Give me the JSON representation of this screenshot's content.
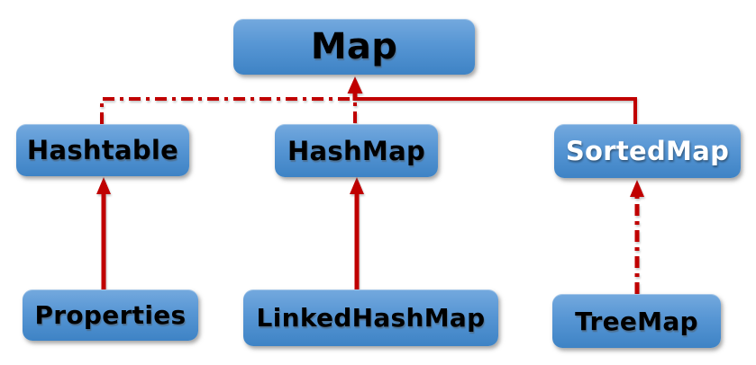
{
  "diagram": {
    "kind": "class-hierarchy",
    "background": "#FFFFFF",
    "colors": {
      "connector_red": "#C00000",
      "box_gradient_top": "#74A9DE",
      "box_gradient_bottom": "#3E83C5",
      "box_text_dark": "#000000",
      "box_text_light": "#FFFFFF"
    },
    "nodes": {
      "map": {
        "label": "Map",
        "text_color": "#000000"
      },
      "hashtable": {
        "label": "Hashtable",
        "text_color": "#000000"
      },
      "hashmap": {
        "label": "HashMap",
        "text_color": "#000000"
      },
      "sortedmap": {
        "label": "SortedMap",
        "text_color": "#FFFFFF"
      },
      "properties": {
        "label": "Properties",
        "text_color": "#000000"
      },
      "linkedhashmap": {
        "label": "LinkedHashMap",
        "text_color": "#000000"
      },
      "treemap": {
        "label": "TreeMap",
        "text_color": "#000000"
      }
    },
    "edges": [
      {
        "from": "Hashtable",
        "to": "Map",
        "style": "dash-dot",
        "arrowhead": "shared-at-Map"
      },
      {
        "from": "HashMap",
        "to": "Map",
        "style": "dash-dot",
        "arrowhead": "shared-at-Map"
      },
      {
        "from": "SortedMap",
        "to": "Map",
        "style": "solid",
        "arrowhead": "shared-at-Map"
      },
      {
        "from": "Properties",
        "to": "Hashtable",
        "style": "solid",
        "arrowhead": "at-Hashtable"
      },
      {
        "from": "LinkedHashMap",
        "to": "HashMap",
        "style": "solid",
        "arrowhead": "at-HashMap"
      },
      {
        "from": "TreeMap",
        "to": "SortedMap",
        "style": "dash-dot",
        "arrowhead": "at-SortedMap"
      }
    ]
  }
}
